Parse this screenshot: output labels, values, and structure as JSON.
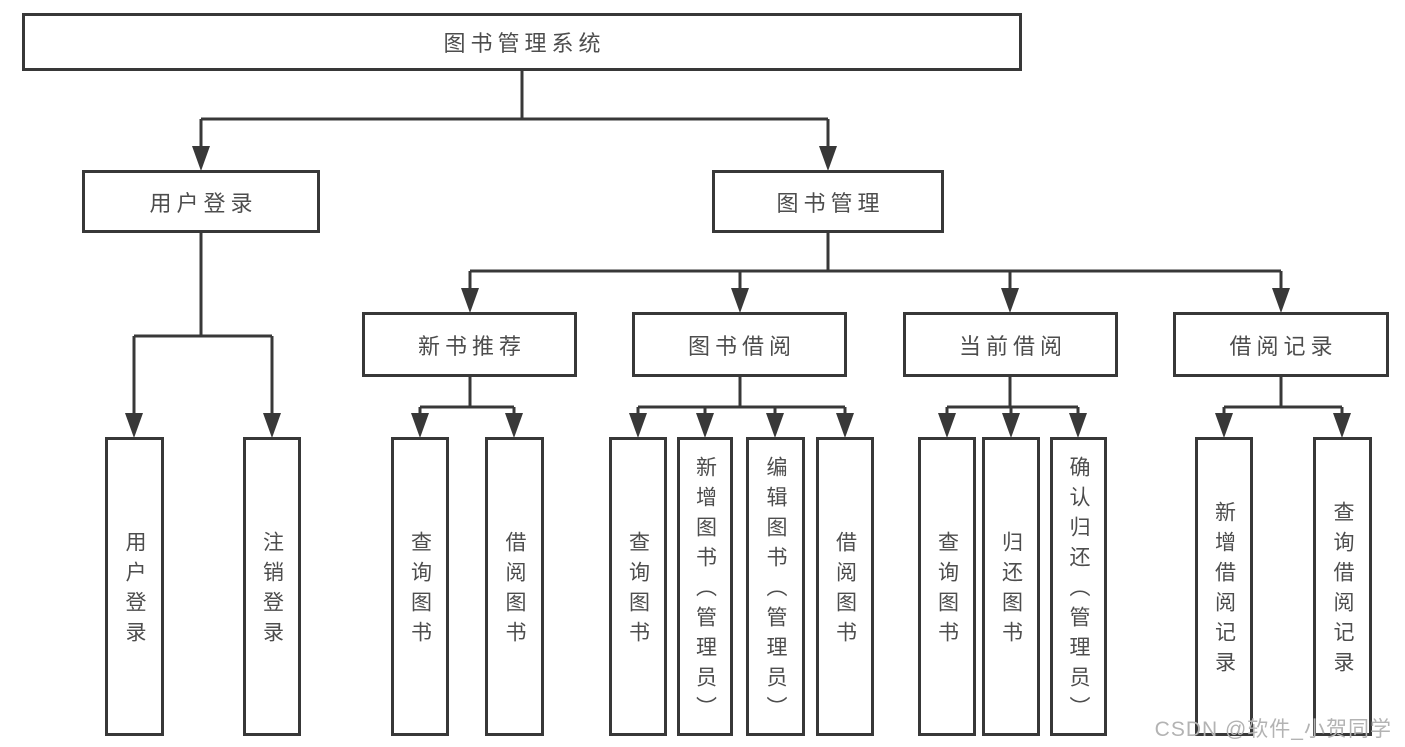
{
  "diagram": {
    "root": {
      "label": "图书管理系统"
    },
    "level1": [
      {
        "label": "用户登录"
      },
      {
        "label": "图书管理"
      }
    ],
    "level2": [
      {
        "label": "新书推荐"
      },
      {
        "label": "图书借阅"
      },
      {
        "label": "当前借阅"
      },
      {
        "label": "借阅记录"
      }
    ],
    "leaves": [
      {
        "label": "用户登录"
      },
      {
        "label": "注销登录"
      },
      {
        "label": "查询图书"
      },
      {
        "label": "借阅图书"
      },
      {
        "label": "查询图书"
      },
      {
        "label": "新增图书（管理员）"
      },
      {
        "label": "编辑图书（管理员）"
      },
      {
        "label": "借阅图书"
      },
      {
        "label": "查询图书"
      },
      {
        "label": "归还图书"
      },
      {
        "label": "确认归还（管理员）"
      },
      {
        "label": "新增借阅记录"
      },
      {
        "label": "查询借阅记录"
      }
    ],
    "watermark": "CSDN @软件_小贺同学",
    "colors": {
      "line": "#383838",
      "text": "#4d4d4d",
      "watermark": "#b3b3b3",
      "background": "#ffffff"
    }
  }
}
